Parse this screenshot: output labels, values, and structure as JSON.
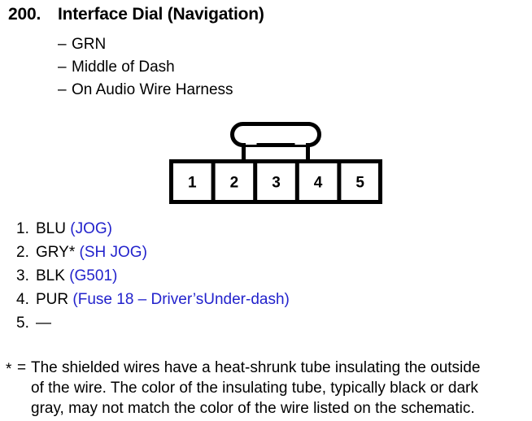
{
  "header": {
    "number": "200.",
    "title": "Interface Dial (Navigation)"
  },
  "attributes": [
    {
      "dash": "–",
      "text": "GRN"
    },
    {
      "dash": "–",
      "text": "Middle of Dash"
    },
    {
      "dash": "–",
      "text": "On Audio Wire Harness"
    }
  ],
  "connector": {
    "pin_count": 5,
    "pin_labels": [
      "1",
      "2",
      "3",
      "4",
      "5"
    ],
    "has_locking_tab": true,
    "line_color": "#000000",
    "fill_color": "#ffffff"
  },
  "pins": [
    {
      "index": "1.",
      "color": "BLU",
      "circuit": "(JOG)"
    },
    {
      "index": "2.",
      "color": "GRY*",
      "circuit": "(SH JOG)"
    },
    {
      "index": "3.",
      "color": "BLK",
      "circuit": "(G501)"
    },
    {
      "index": "4.",
      "color": "PUR",
      "circuit": "(Fuse 18 – Driver’sUnder-dash)"
    },
    {
      "index": "5.",
      "color": "—",
      "circuit": ""
    }
  ],
  "footnote": {
    "marker": "*",
    "equals": "=",
    "lines": [
      "The shielded wires have a heat-shrunk tube insulating the outside",
      "of the wire. The color of the insulating tube, typically black or dark",
      "gray, may not match the color of the wire listed on the schematic."
    ]
  },
  "colors": {
    "text": "#000000",
    "circuit_blue": "#2222cc",
    "background": "#ffffff"
  }
}
